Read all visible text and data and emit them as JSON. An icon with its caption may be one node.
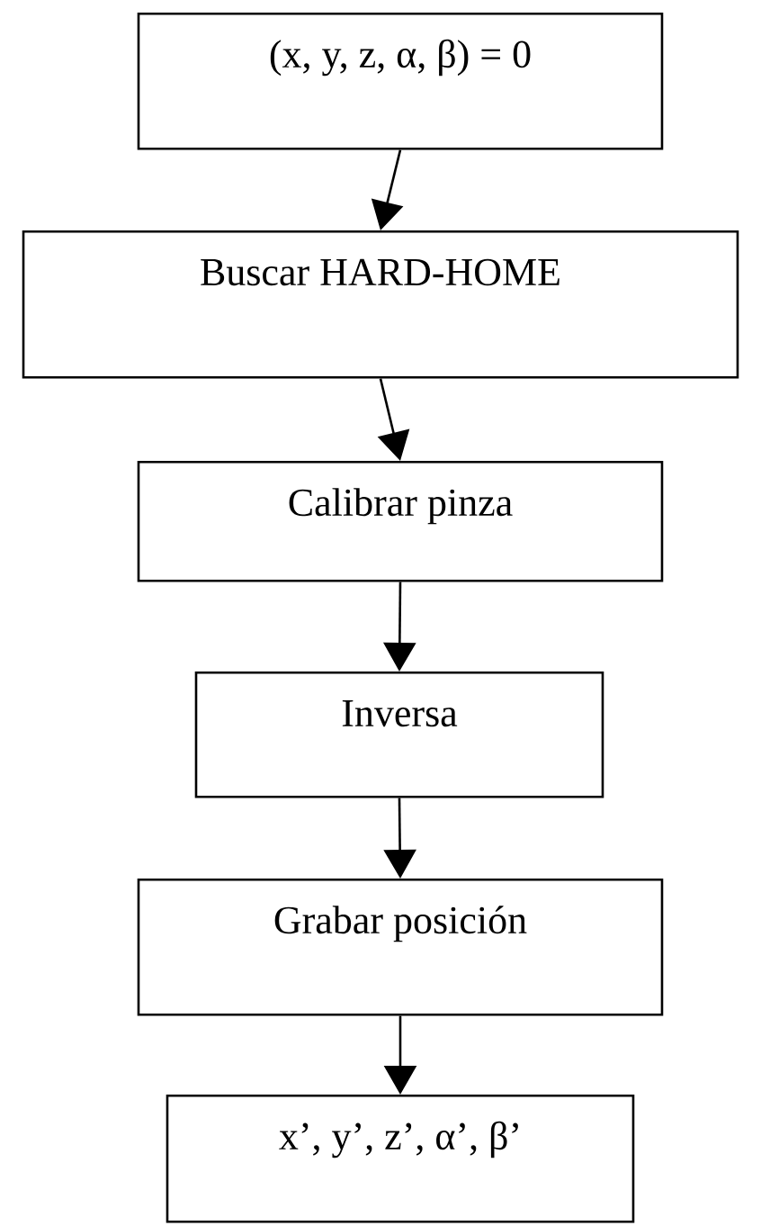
{
  "diagram": {
    "nodes": [
      {
        "text": [
          "(x, y, z, α, β) = 0"
        ]
      },
      {
        "text": [
          "Buscar HARD-HOME"
        ]
      },
      {
        "text": [
          "Calibrar pinza"
        ]
      },
      {
        "text": [
          "Inversa"
        ]
      },
      {
        "text": [
          "Grabar posición"
        ]
      },
      {
        "text": [
          "x’, y’, z’, α’, β’"
        ]
      }
    ],
    "edges": [
      {
        "from": 0,
        "to": 1,
        "arrow": "to"
      },
      {
        "from": 1,
        "to": 2,
        "arrow": "to"
      },
      {
        "from": 2,
        "to": 3,
        "arrow": "to"
      },
      {
        "from": 3,
        "to": 4,
        "arrow": "to"
      },
      {
        "from": 4,
        "to": 5,
        "arrow": "to"
      }
    ]
  }
}
